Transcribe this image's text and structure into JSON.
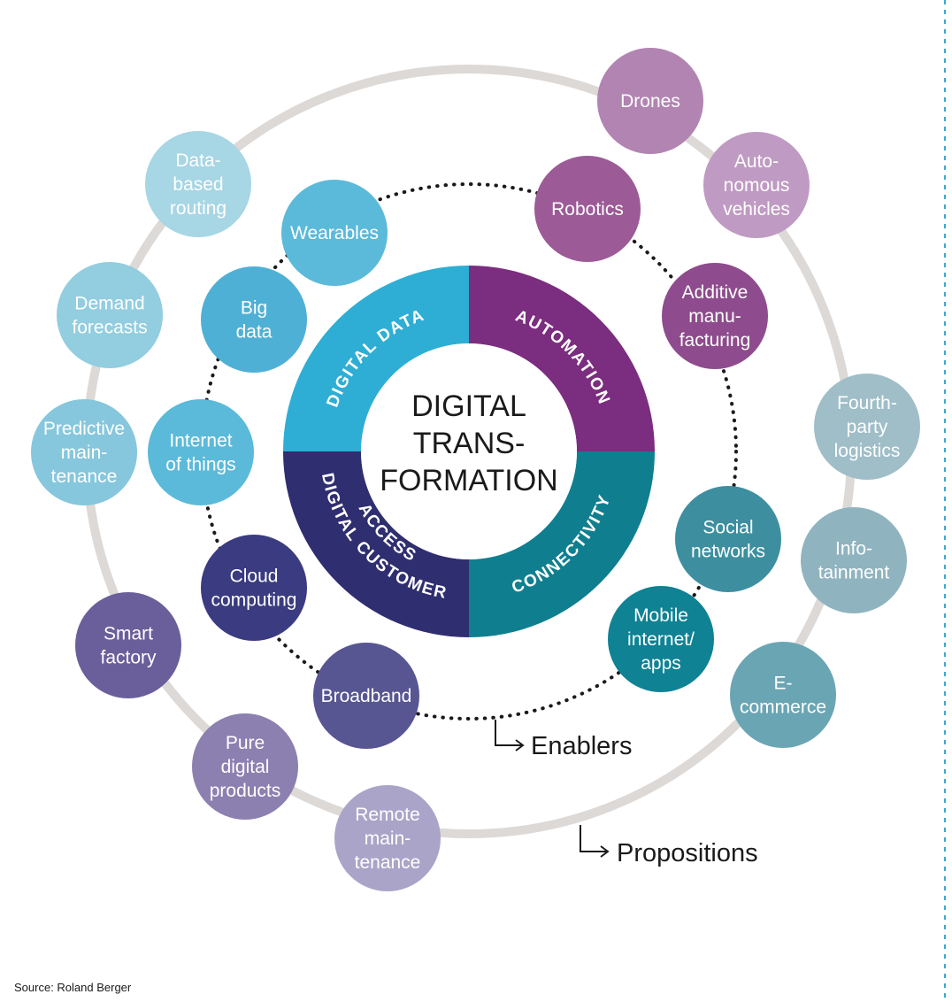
{
  "center": {
    "lines": [
      "DIGITAL",
      "TRANS-",
      "FORMATION"
    ]
  },
  "segments": [
    {
      "id": "digital-data",
      "label": "DIGITAL DATA",
      "color": "#2eaed4"
    },
    {
      "id": "automation",
      "label": "AUTOMATION",
      "color": "#7b2d7f"
    },
    {
      "id": "digital-customer-access",
      "label_lines": [
        "DIGITAL CUSTOMER",
        "ACCESS"
      ],
      "color": "#0f7f8f"
    },
    {
      "id": "connectivity",
      "label": "CONNECTIVITY",
      "color": "#2f2e70"
    }
  ],
  "enablers": [
    {
      "id": "wearables",
      "lines": [
        "Wearables"
      ],
      "color": "#5bbad9"
    },
    {
      "id": "big-data",
      "lines": [
        "Big",
        "data"
      ],
      "color": "#4fb0d6"
    },
    {
      "id": "internet-of-things",
      "lines": [
        "Internet",
        "of things"
      ],
      "color": "#5bbad9"
    },
    {
      "id": "cloud-computing",
      "lines": [
        "Cloud",
        "computing"
      ],
      "color": "#3a3b80"
    },
    {
      "id": "broadband",
      "lines": [
        "Broadband"
      ],
      "color": "#575592"
    },
    {
      "id": "mobile-internet-apps",
      "lines": [
        "Mobile",
        "internet/",
        "apps"
      ],
      "color": "#0f8294"
    },
    {
      "id": "social-networks",
      "lines": [
        "Social",
        "networks"
      ],
      "color": "#3d8fa0"
    },
    {
      "id": "additive-manufacturing",
      "lines": [
        "Additive",
        "manu-",
        "facturing"
      ],
      "color": "#8e4b8d"
    },
    {
      "id": "robotics",
      "lines": [
        "Robotics"
      ],
      "color": "#9c5a97"
    }
  ],
  "propositions": [
    {
      "id": "drones",
      "lines": [
        "Drones"
      ],
      "color": "#b284b2"
    },
    {
      "id": "autonomous-vehicles",
      "lines": [
        "Auto-",
        "nomous",
        "vehicles"
      ],
      "color": "#bf9ac2"
    },
    {
      "id": "fourth-party-logistics",
      "lines": [
        "Fourth-",
        "party",
        "logistics"
      ],
      "color": "#9fbec8"
    },
    {
      "id": "infotainment",
      "lines": [
        "Info-",
        "tainment"
      ],
      "color": "#8fb4c0"
    },
    {
      "id": "e-commerce",
      "lines": [
        "E-",
        "commerce"
      ],
      "color": "#6aa5b4"
    },
    {
      "id": "remote-maintenance",
      "lines": [
        "Remote",
        "main-",
        "tenance"
      ],
      "color": "#aaa4c8"
    },
    {
      "id": "pure-digital-products",
      "lines": [
        "Pure",
        "digital",
        "products"
      ],
      "color": "#8c80b0"
    },
    {
      "id": "smart-factory",
      "lines": [
        "Smart",
        "factory"
      ],
      "color": "#6a5f9a"
    },
    {
      "id": "predictive-maintenance",
      "lines": [
        "Predictive",
        "main-",
        "tenance"
      ],
      "color": "#86c7dd"
    },
    {
      "id": "demand-forecasts",
      "lines": [
        "Demand",
        "forecasts"
      ],
      "color": "#93cde0"
    },
    {
      "id": "data-based-routing",
      "lines": [
        "Data-",
        "based",
        "routing"
      ],
      "color": "#a7d6e5"
    }
  ],
  "legend": {
    "enablers": "Enablers",
    "propositions": "Propositions"
  },
  "source": "Source: Roland Berger",
  "colors": {
    "outer_ring": "#dcd9d6",
    "dotted_ring": "#1a1a1a",
    "right_border": "#3aa7d8"
  }
}
